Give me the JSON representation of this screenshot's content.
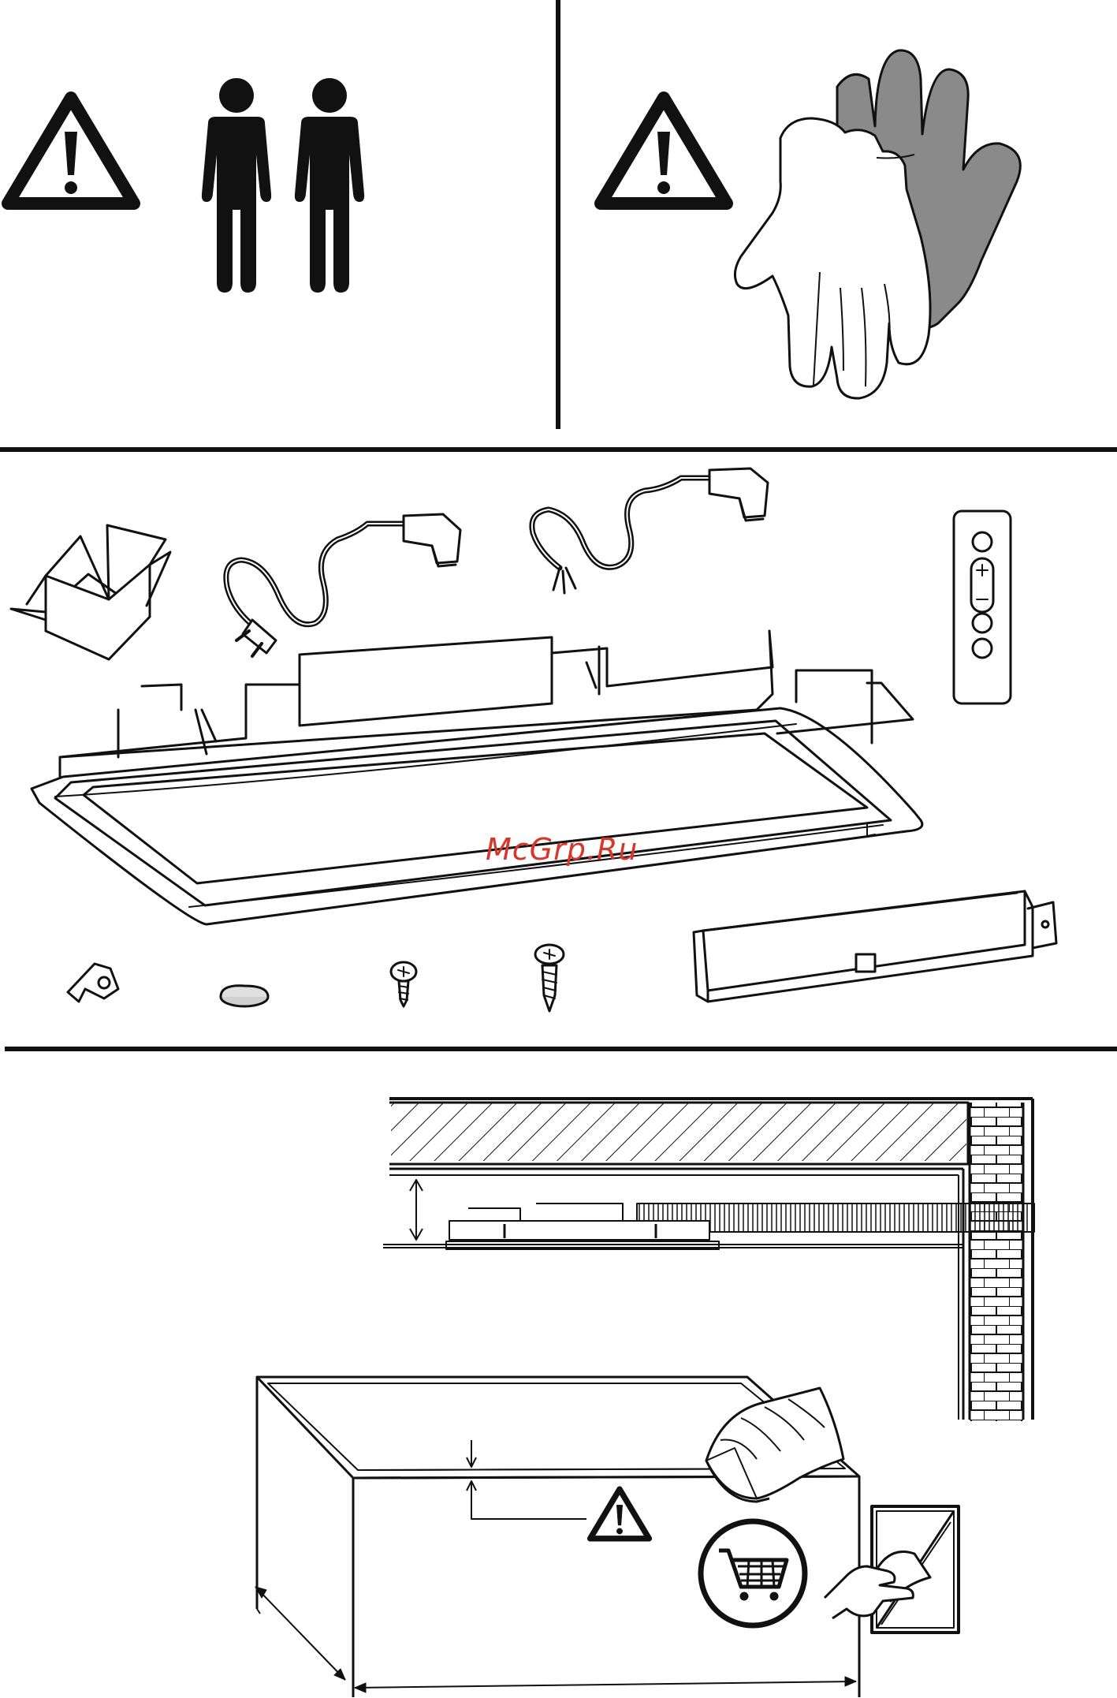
{
  "watermark": {
    "text": "McGrp.Ru",
    "color": "#d9362a"
  },
  "colors": {
    "ink": "#111111",
    "glove_dark": "#8a8a8a",
    "plug_cap": "#c8c8c8",
    "watermark": "#d9362a"
  },
  "sections": {
    "safety": {
      "left_panel": {
        "icons": [
          "warning-triangle-icon",
          "two-persons-icon"
        ]
      },
      "right_panel": {
        "icons": [
          "warning-triangle-icon",
          "protective-gloves-icon"
        ]
      }
    },
    "kit_contents": {
      "items": [
        "packaging-box-icon",
        "power-cable-with-schuko-plug-icon",
        "power-cable-with-bare-wires-icon",
        "remote-control-icon",
        "ceiling-hood-unit-icon",
        "cable-clip-icon",
        "cover-cap-icon",
        "machine-screw-icon",
        "wood-screw-icon",
        "mounting-bracket-icon"
      ],
      "remote_buttons": [
        "fan-button",
        "plus-button",
        "minus-button",
        "light-button",
        "timer-button"
      ]
    },
    "installation": {
      "icons": [
        "ceiling-section-icon",
        "brick-wall-icon",
        "duct-icon",
        "clearance-arrow-icon",
        "warning-triangle-icon",
        "shopping-cart-icon",
        "peel-film-icon"
      ]
    }
  }
}
